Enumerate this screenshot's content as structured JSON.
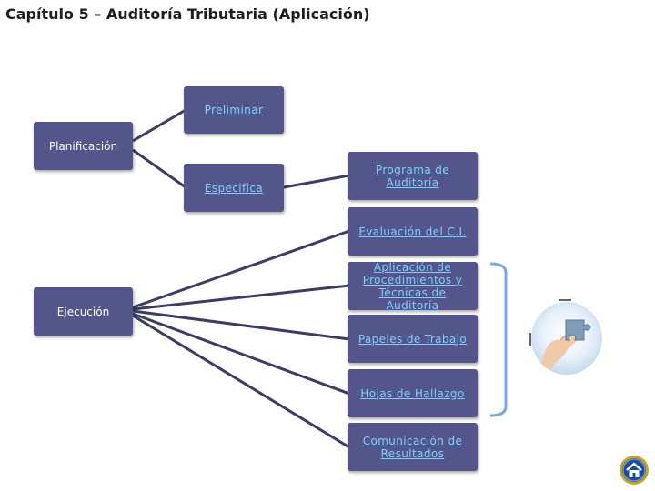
{
  "page": {
    "title": "Capítulo 5 – Auditoría Tributaria (Aplicación)"
  },
  "nodes": {
    "planificacion": "Planificación",
    "preliminar": "Preliminar",
    "especifica": "Especifica",
    "ejecucion": "Ejecución",
    "programa": "Programa de Auditoría",
    "evaluacion": "Evaluación del C.I.",
    "aplicacion": "Aplicación de Procedimientos y Técnicas de Auditoría",
    "papeles": "Papeles de Trabajo",
    "hojas": "Hojas de Hallazgo",
    "comunicacion": "Comunicación de Resultados"
  },
  "icons": {
    "image": "hand-puzzle-piece-image",
    "home": "home-icon"
  },
  "colors": {
    "box": "#54558a",
    "connector": "#3c3d63",
    "bracket": "#7aa8d8",
    "link_text": "#7fd0ff"
  }
}
